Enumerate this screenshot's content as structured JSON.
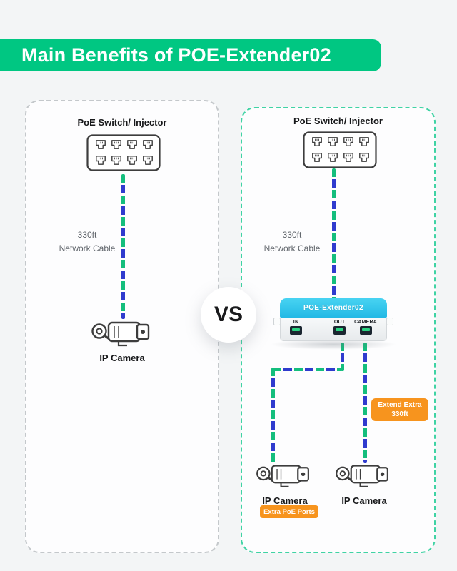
{
  "banner": {
    "title": "Main Benefits of POE-Extender02"
  },
  "vs_label": "VS",
  "left_panel": {
    "switch_label": "PoE Switch/ Injector",
    "cable_label": {
      "line1": "330ft",
      "line2": "Network Cable"
    },
    "camera_label": "IP Camera"
  },
  "right_panel": {
    "switch_label": "PoE Switch/ Injector",
    "cable_label": {
      "line1": "330ft",
      "line2": "Network Cable"
    },
    "extender": {
      "name": "POE-Extender02",
      "ports": [
        "IN",
        "OUT",
        "CAMERA"
      ]
    },
    "camera1_label": "IP Camera",
    "camera2_label": "IP Camera",
    "extend_badge": {
      "line1": "Extend Extra",
      "line2": "330ft"
    },
    "ports_badge": "Extra PoE Ports"
  },
  "colors": {
    "banner_green": "#00C782",
    "cable_green": "#14BE7D",
    "cable_blue": "#2F3BCE",
    "extender_cyan": "#2EC3EA",
    "badge_orange": "#F7941E",
    "right_panel_border": "#3FD3A4"
  }
}
